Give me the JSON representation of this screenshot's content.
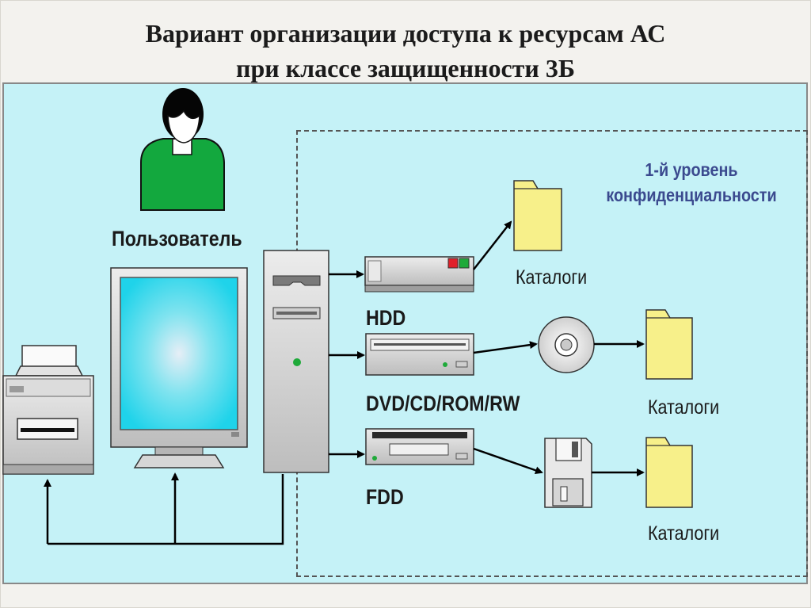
{
  "title": {
    "line1": "Вариант организации доступа к ресурсам АС",
    "line2": "при классе защищенности 3Б"
  },
  "user": {
    "label": "Пользователь"
  },
  "level": {
    "line1": "1-й уровень",
    "line2": "конфиденциальности"
  },
  "devices": [
    {
      "label": "HDD",
      "catalog": "Каталоги"
    },
    {
      "label": "DVD/CD/ROM/RW",
      "catalog": "Каталоги"
    },
    {
      "label": "FDD",
      "catalog": "Каталоги"
    }
  ],
  "colors": {
    "panel": "#c5f2f7",
    "user_green": "#13a83e",
    "folder_yellow": "#f7f08a",
    "level_text": "#3b4a8f",
    "led_red": "#e0202a",
    "led_green": "#1faa3a"
  }
}
